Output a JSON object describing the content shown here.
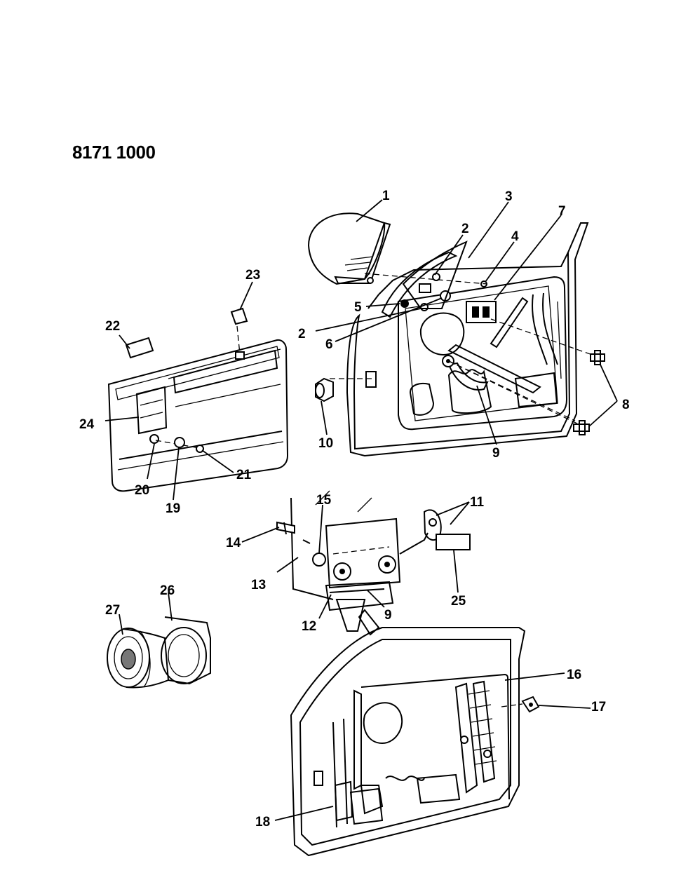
{
  "drawing_number": "8171 1000",
  "callouts": [
    {
      "id": "1",
      "label": "1"
    },
    {
      "id": "2a",
      "label": "2"
    },
    {
      "id": "2b",
      "label": "2"
    },
    {
      "id": "3",
      "label": "3"
    },
    {
      "id": "4",
      "label": "4"
    },
    {
      "id": "5",
      "label": "5"
    },
    {
      "id": "6",
      "label": "6"
    },
    {
      "id": "7",
      "label": "7"
    },
    {
      "id": "8",
      "label": "8"
    },
    {
      "id": "9a",
      "label": "9"
    },
    {
      "id": "9b",
      "label": "9"
    },
    {
      "id": "10",
      "label": "10"
    },
    {
      "id": "11",
      "label": "11"
    },
    {
      "id": "12",
      "label": "12"
    },
    {
      "id": "13",
      "label": "13"
    },
    {
      "id": "14",
      "label": "14"
    },
    {
      "id": "15",
      "label": "15"
    },
    {
      "id": "16",
      "label": "16"
    },
    {
      "id": "17",
      "label": "17"
    },
    {
      "id": "18",
      "label": "18"
    },
    {
      "id": "19",
      "label": "19"
    },
    {
      "id": "20",
      "label": "20"
    },
    {
      "id": "21",
      "label": "21"
    },
    {
      "id": "22",
      "label": "22"
    },
    {
      "id": "23",
      "label": "23"
    },
    {
      "id": "24",
      "label": "24"
    },
    {
      "id": "25",
      "label": "25"
    },
    {
      "id": "26",
      "label": "26"
    },
    {
      "id": "27",
      "label": "27"
    }
  ]
}
